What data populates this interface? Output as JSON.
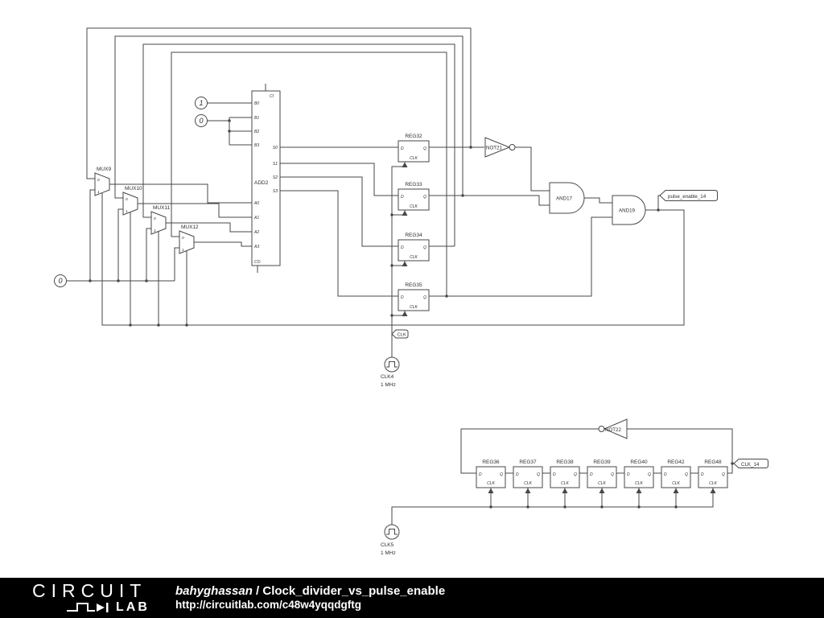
{
  "sch": {
    "constants": {
      "one": "1",
      "zero_top": "0",
      "zero_left": "0"
    },
    "muxes": [
      "MUX9",
      "MUX10",
      "MUX11",
      "MUX12"
    ],
    "mux_pins": {
      "in0": "0",
      "in1": "1"
    },
    "adder": {
      "name": "ADD2",
      "b": [
        "B0",
        "B1",
        "B2",
        "B3"
      ],
      "a": [
        "A0",
        "A1",
        "A2",
        "A3"
      ],
      "s": [
        "S0",
        "S1",
        "S2",
        "S3"
      ],
      "ci": "CI",
      "co": "CO"
    },
    "regs_top": [
      "REG32",
      "REG33",
      "REG34",
      "REG35"
    ],
    "regs_bottom": [
      "REG36",
      "REG37",
      "REG38",
      "REG39",
      "REG40",
      "REG42",
      "REG48"
    ],
    "reg_pins": {
      "d": "D",
      "q": "Q",
      "clk": "CLK"
    },
    "gates": {
      "not21": "NOT21",
      "and17": "AND17",
      "and19": "AND19",
      "not22": "NOT22"
    },
    "flags": {
      "clk": "CLK",
      "pulse": "pulse_enable_14",
      "clk14": "CLK_14"
    },
    "clk4": {
      "name": "CLK4",
      "freq": "1 MHz"
    },
    "clk5": {
      "name": "CLK5",
      "freq": "1 MHz"
    }
  },
  "footer": {
    "logo_top": "CIRCUIT",
    "logo_bottom": "LAB",
    "username": "bahyghassan",
    "separator": " / ",
    "project": "Clock_divider_vs_pulse_enable",
    "url": "http://circuitlab.com/c48w4yqqdgftg"
  },
  "colors": {
    "wire": "#474747",
    "text": "#2e2e2e",
    "footer_bg": "#000000",
    "footer_text": "#ffffff"
  }
}
